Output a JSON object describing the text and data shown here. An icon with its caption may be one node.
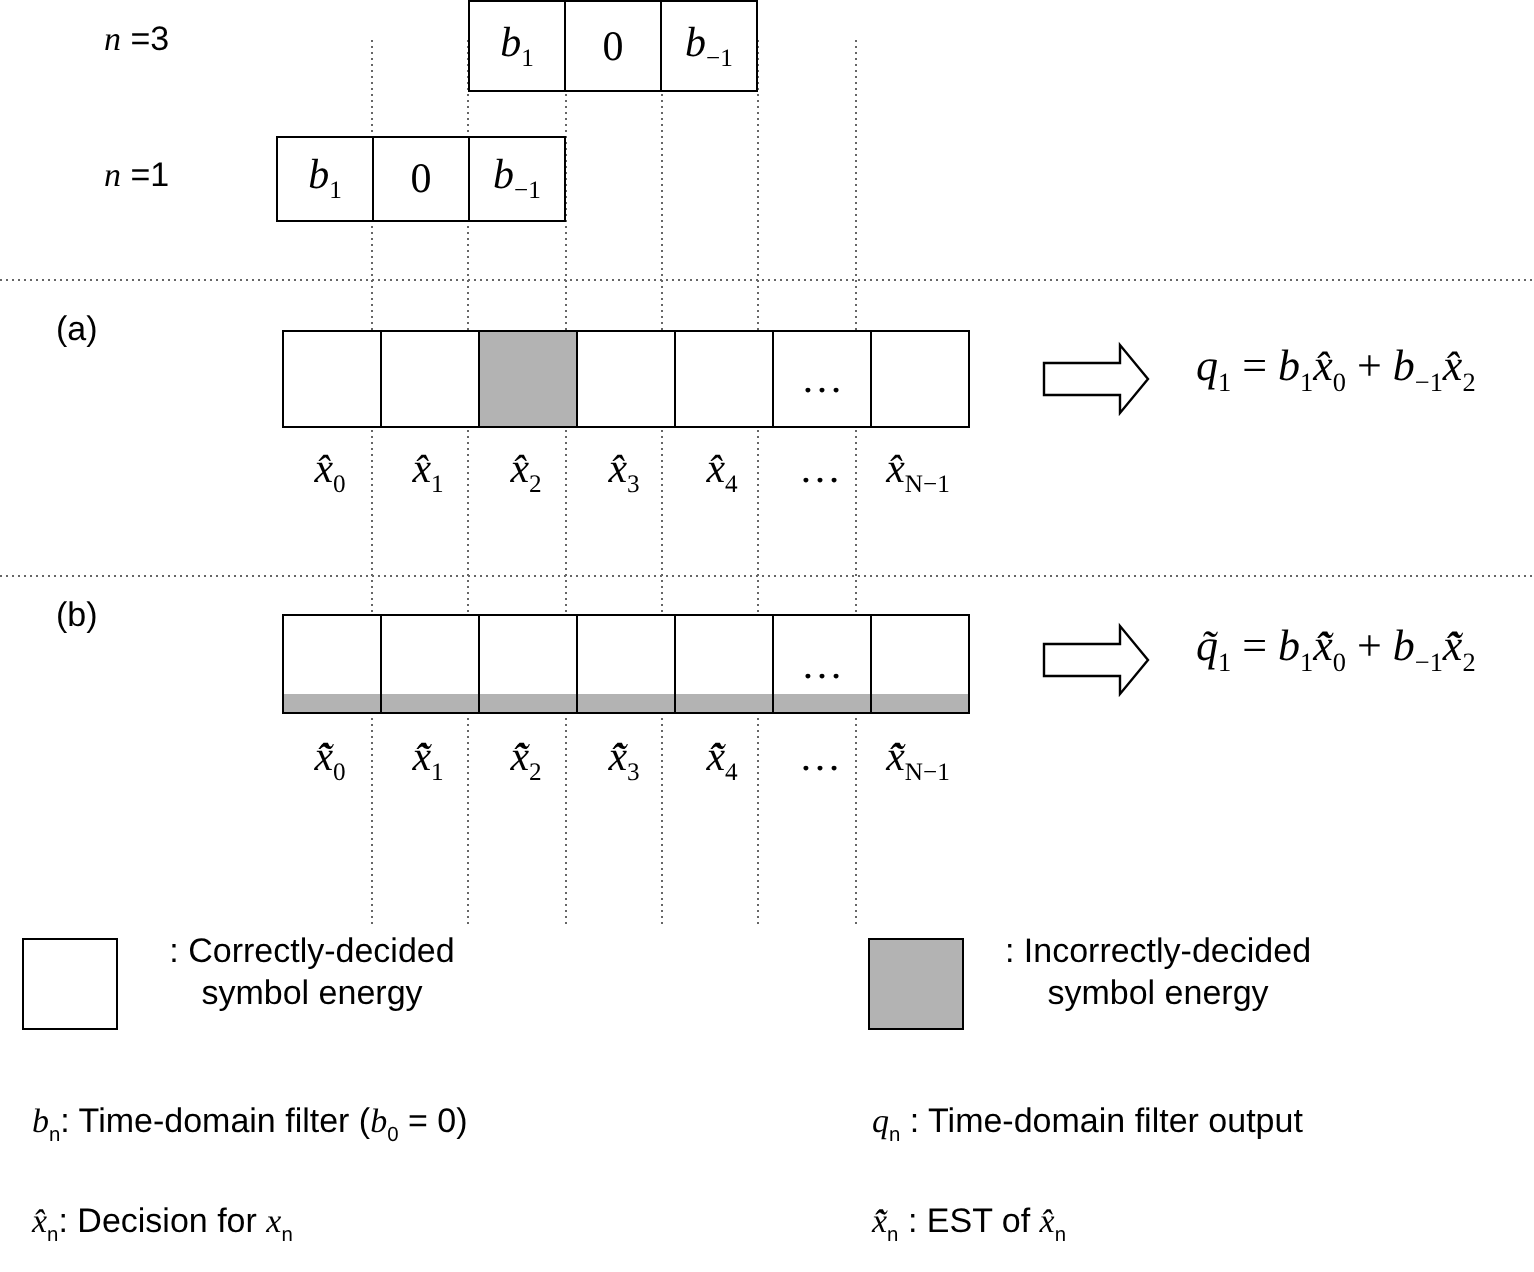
{
  "diagram": {
    "nodes": [
      {
        "text": [],
        "shape": "box"
      },
      {
        "text": [
          "*b*$_{1}$"
        ],
        "in": 0
      },
      {
        "text": [
          "0"
        ],
        "in": 0
      },
      {
        "text": [
          "*b*$_{−1}$"
        ],
        "in": 0
      },
      {
        "text": [],
        "shape": "box"
      },
      {
        "text": [
          "*b*$_{1}$"
        ],
        "in": 4
      },
      {
        "text": [
          "0"
        ],
        "in": 4
      },
      {
        "text": [
          "*b*$_{−1}$"
        ],
        "in": 4
      },
      {
        "text": [],
        "shape": "box"
      },
      {
        "text": [],
        "shape": "box",
        "in": 8
      },
      {
        "text": [],
        "shape": "box",
        "in": 8
      },
      {
        "text": [],
        "shape": "box",
        "in": 8
      },
      {
        "text": [],
        "shape": "box",
        "in": 8
      },
      {
        "text": [],
        "shape": "box",
        "in": 8
      },
      {
        "text": [
          "…"
        ],
        "in": 8
      },
      {
        "text": [],
        "shape": "box",
        "in": 8
      },
      {
        "text": [
          "*q*$_{1}$ = *b*$_{1}$*x̂*$_{0}$ + *b*$_{−1}$*x̂*$_{2}$"
        ]
      },
      {
        "text": [],
        "shape": "box"
      },
      {
        "text": [],
        "shape": "box",
        "in": 17
      },
      {
        "text": [],
        "shape": "box",
        "in": 17
      },
      {
        "text": [],
        "shape": "box",
        "in": 17
      },
      {
        "text": [],
        "shape": "box",
        "in": 17
      },
      {
        "text": [],
        "shape": "box",
        "in": 17
      },
      {
        "text": [
          "…"
        ],
        "in": 17
      },
      {
        "text": [],
        "shape": "box",
        "in": 17
      },
      {
        "text": [
          "*q̃*$_{1}$ = *b*$_{1}$*x̂̃*$_{0}$ + *b*$_{−1}$*x̂̃*$_{2}$"
        ]
      }
    ],
    "edges": [
      {
        "from": 8,
        "to": 16,
        "arrow": "to"
      },
      {
        "from": 17,
        "to": 25,
        "arrow": "to"
      }
    ],
    "labels": [
      "*n* =3",
      "*n* =1",
      "(a)",
      "*x̂*$_{0}$",
      "*x̂*$_{1}$",
      "*x̂*$_{2}$",
      "*x̂*$_{3}$",
      "*x̂*$_{4}$",
      "…",
      "*x̂*$_{N−1}$",
      "(b)",
      "*x̂̃*$_{0}$",
      "*x̂̃*$_{1}$",
      "*x̂̃*$_{2}$",
      "*x̂̃*$_{3}$",
      "*x̂̃*$_{4}$",
      "…",
      "*x̂̃*$_{N−1}$",
      "*b*$_{n}$: Time-domain filter  (*b*$_{0}$ = 0)",
      "*q*$_{n}$ : Time-domain filter output",
      "*x̂*$_{n}$: Decision for  *x*$_{n}$",
      "*x̂̃*$_{n}$ : EST of *x̂*$_{n}$"
    ],
    "legend": [
      {
        "text": ": Correctly-decided symbol energy",
        "color": "#ffffff"
      },
      {
        "text": ": Incorrectly-decided symbol energy",
        "color": "#b3b3b3"
      }
    ]
  }
}
